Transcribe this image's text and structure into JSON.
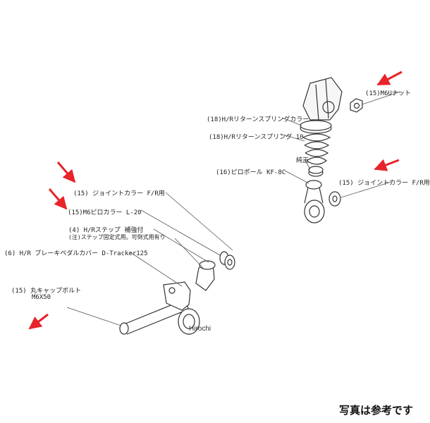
{
  "labels": {
    "collar_fr_left": "(15) ジョイントカラー F/R用",
    "m6_collar": "(15)M6ピロカラー L-20",
    "step": "(4) H/Rステップ 補強付",
    "step_note": "(注)ステップ固定式用。可倒式用有り",
    "brake_pedal": "(6) H/R ブレーキペダルカバー D-Tracker125",
    "cap_bolt": "(15) 丸キャップボルト",
    "cap_bolt_size": "M6X50",
    "m6_nut": "(15)M6Uナット",
    "spring_collar": "(18)H/Rリターンスプリングカラー",
    "spring": "(18)H/Rリターンスプリング 10",
    "genuine": "純正",
    "pillow_ball": "(16)ピロボール KF-8C",
    "collar_fr_right": "(15) ジョイントカラー F/R用"
  },
  "watermark": "Hirochi",
  "note": "写真は参考です",
  "colors": {
    "arrow": "#e8232a",
    "line": "#333333"
  }
}
